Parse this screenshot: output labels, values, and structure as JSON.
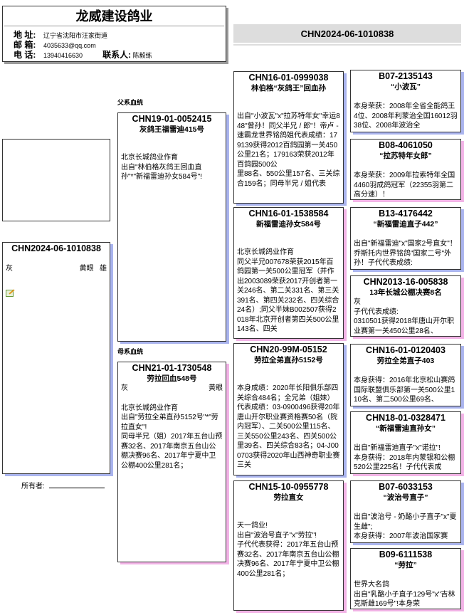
{
  "header": {
    "title": "龙威建设鸽业",
    "address_label": "地 址:",
    "address": "辽宁省沈阳市汪家街道",
    "email_label": "邮 箱:",
    "email": "4035633@qq.com",
    "phone_label": "电 话:",
    "phone": "13940416630",
    "contact_label": "联系人:",
    "contact": "陈毅练"
  },
  "top_ring": "CHN2024-06-1010838",
  "subject": {
    "ring": "CHN2024-06-1010838",
    "color": "灰",
    "eye": "黄眼",
    "sex": "雄",
    "edit_icon": "edit-icon"
  },
  "owner_label": "所有者:",
  "sire_label": "父系血统",
  "dam_label": "母系血统",
  "sire": {
    "ring": "CHN19-01-0052415",
    "name": "灰鸽王福雷迪415号",
    "desc": "北京长城鸽业作育\n出自\"林伯格灰鸽王回血直孙\"*\"新福雷迪孙女584号\"!"
  },
  "dam": {
    "ring": "CHN21-01-1730548",
    "name": "劳拉回血548号",
    "color": "灰",
    "eye": "黄眼",
    "desc": "北京长城鸽业作育\n出自\"劳拉全弟直孙5152号\"*\"劳拉直女\"!\n同母半兄（姐）2017年五台山预赛32名、2017年南京五台山公棚决赛96名、2017年宁夏中卫公棚400公里281名；"
  },
  "gen3": [
    {
      "ring": "CHN16-01-0999038",
      "name": "林伯格“灰鸽王”回血孙",
      "desc": "出自\"小波瓦\"x\"拉苏特年女\"幸运848\"曾孙！同父半兄 / 郎\"！帝卢 - 速霸龙世界铭鸽姐代表成绩：179139获得2012百鸽园第一关450公里21名；179163荣获2012年百鸽园500公\n里88名、550公里157名、三关综合159名；同母半兄 / 姐代表"
    },
    {
      "ring": "CHN16-01-1538584",
      "name": "新福雷迪孙女584号",
      "desc": "北京长城鸽业作育\n同父半兄007678荣获2015年百鸽园第一关500公里冠军（并作出2003089荣获2017开创者第一关246名、第二关331名、第三关391名、第四关232名、四关综合24名）;同父半妹B002507获得2018年北京开创者第四关500公里143名、四关"
    },
    {
      "ring": "CHN20-99M-05152",
      "name": "劳拉全弟直孙5152号",
      "desc": "本身成绩：2020年长阳俱乐部四关综合484名；全兄弟（姐妹）代表成绩：03-0900496获得20年唐山开尔职业赛资格赛50名（院内冠军）、二关500公里115名、三关550公里243名、四关500公里39名、四关综合83名；04-J000703获得2020年山西神奇职业赛三关"
    },
    {
      "ring": "CHN15-10-0955778",
      "name": "劳拉直女",
      "desc": "天一鸽业!\n出自\"波治号直子\"x\"劳拉\"!\n子代代表获得：2017年五台山预赛32名、2017年南京五台山公棚决赛96名、2017年宁夏中卫公棚400公里281名；"
    }
  ],
  "gen4": [
    {
      "ring": "B07-2135143",
      "name": "“小波瓦”",
      "desc": "本身荣获：2008年全省全能鸽王4位、2008年利蒙治全国16012羽38位、2008年波治全"
    },
    {
      "ring": "B08-4061050",
      "name": "“拉苏特年女郎”",
      "desc": "本身荣获：2009年拉索特年全国4460羽成鸽冠军（22355羽第二高分速）！"
    },
    {
      "ring": "B13-4176442",
      "name": "“新福雷迪直子442”",
      "desc": "出自\"新福雷迪\"x\"国家2号直女\"！乔斯托内世界铭鸽\"国家二号\"外孙！子代代表成绩:"
    },
    {
      "ring": "CHN2013-16-005838",
      "name": "13年长城公棚决赛8名",
      "desc": "灰\n子代代表成绩:\n0310501获得2018年唐山开尔职业赛第一关450公里28名、"
    },
    {
      "ring": "CHN16-01-0120403",
      "name": "劳拉全弟直子403",
      "desc": "本身获得：2016年北京松山赛鸽国际联盟俱乐部第一关500公里110名、第二500公里69名、"
    },
    {
      "ring": "CHN18-01-0328471",
      "name": "“新福雷迪直孙女”",
      "desc": "出自\"新福雷迪直子\"x\"诺拉\"!\n本身获得：2018年内蒙银和公棚520公里225名！子代代表成"
    },
    {
      "ring": "B07-6033153",
      "name": "“波治号直子”",
      "desc": "出自\"波治号 - 奶酪小子直子\"x\"夏生雌\";\n本身获得：2007年波治国家赛"
    },
    {
      "ring": "B09-6111538",
      "name": "“劳拉”",
      "desc": "世界大名鸽\n出自\"乳酪小子直子129号\"x\"吉林克斯雌169号\"!本身荣"
    }
  ]
}
